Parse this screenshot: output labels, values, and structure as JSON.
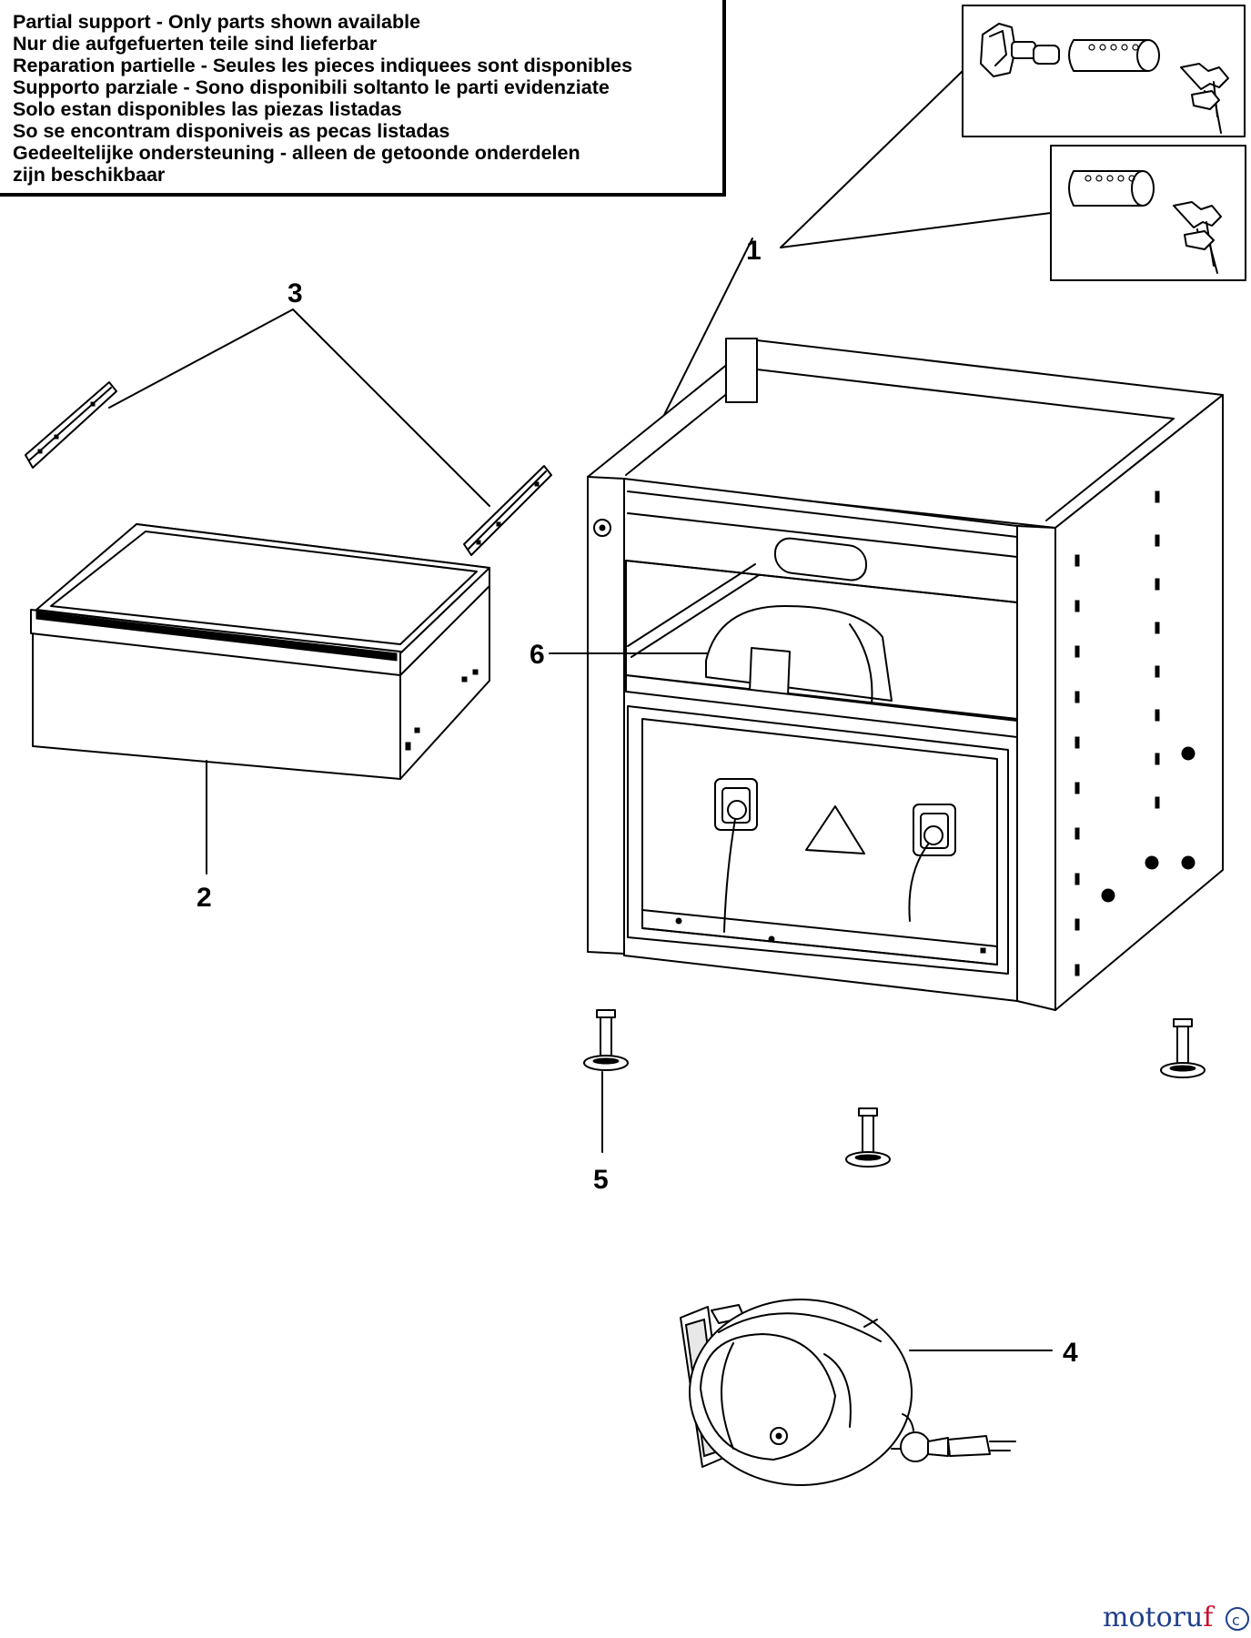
{
  "notice": {
    "lines": [
      "Partial support - Only parts shown available",
      "Nur die aufgefuerten teile sind lieferbar",
      "Reparation partielle - Seules les pieces indiquees sont disponibles",
      "Supporto parziale - Sono disponibili soltanto le parti evidenziate",
      "Solo estan disponibles las piezas listadas",
      "So se encontram disponiveis as pecas listadas",
      "Gedeeltelijke ondersteuning - alleen de getoonde onderdelen",
      "zijn beschikbaar"
    ]
  },
  "callouts": {
    "c1": "1",
    "c2": "2",
    "c3": "3",
    "c4": "4",
    "c5": "5",
    "c6": "6"
  },
  "watermark": {
    "part_a": "motoru",
    "part_b": "f",
    "part_c": "c"
  },
  "colors": {
    "ink": "#000000",
    "paper": "#ffffff",
    "watermark_main": "#1f3f8a",
    "watermark_accent": "#c8102e"
  }
}
